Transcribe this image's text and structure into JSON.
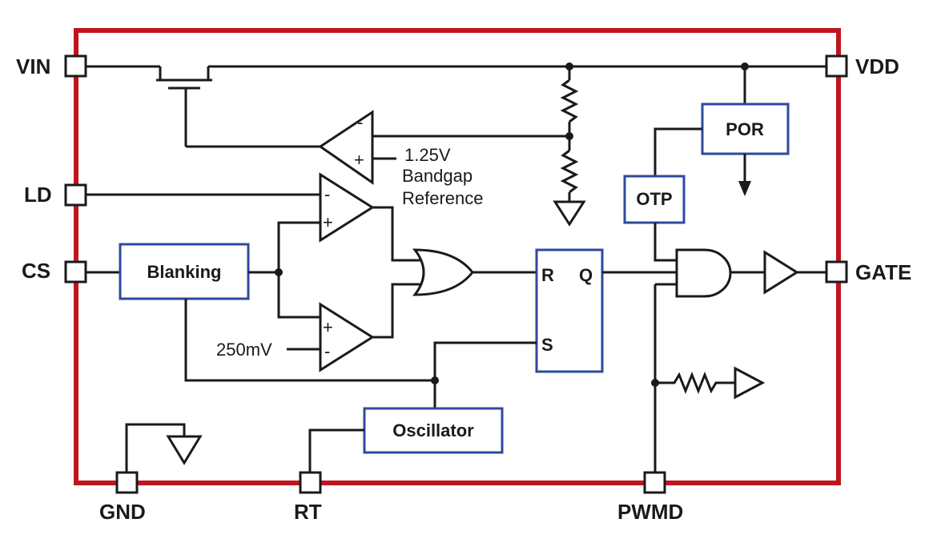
{
  "pins": {
    "vin": "VIN",
    "vdd": "VDD",
    "ld": "LD",
    "cs": "CS",
    "gate": "GATE",
    "gnd": "GND",
    "rt": "RT",
    "pwmd": "PWMD"
  },
  "blocks": {
    "blanking": "Blanking",
    "oscillator": "Oscillator",
    "por": "POR",
    "otp": "OTP"
  },
  "flipflop": {
    "r": "R",
    "q": "Q",
    "s": "S"
  },
  "reference": {
    "voltage": "1.25V",
    "line1": "Bandgap",
    "line2": "Reference"
  },
  "threshold": "250mV",
  "comparator_signs": {
    "minus": "-",
    "plus": "+"
  },
  "colors": {
    "package_border": "#c0141e",
    "block_border": "#2e4a9e",
    "wire": "#1a1a1a"
  }
}
